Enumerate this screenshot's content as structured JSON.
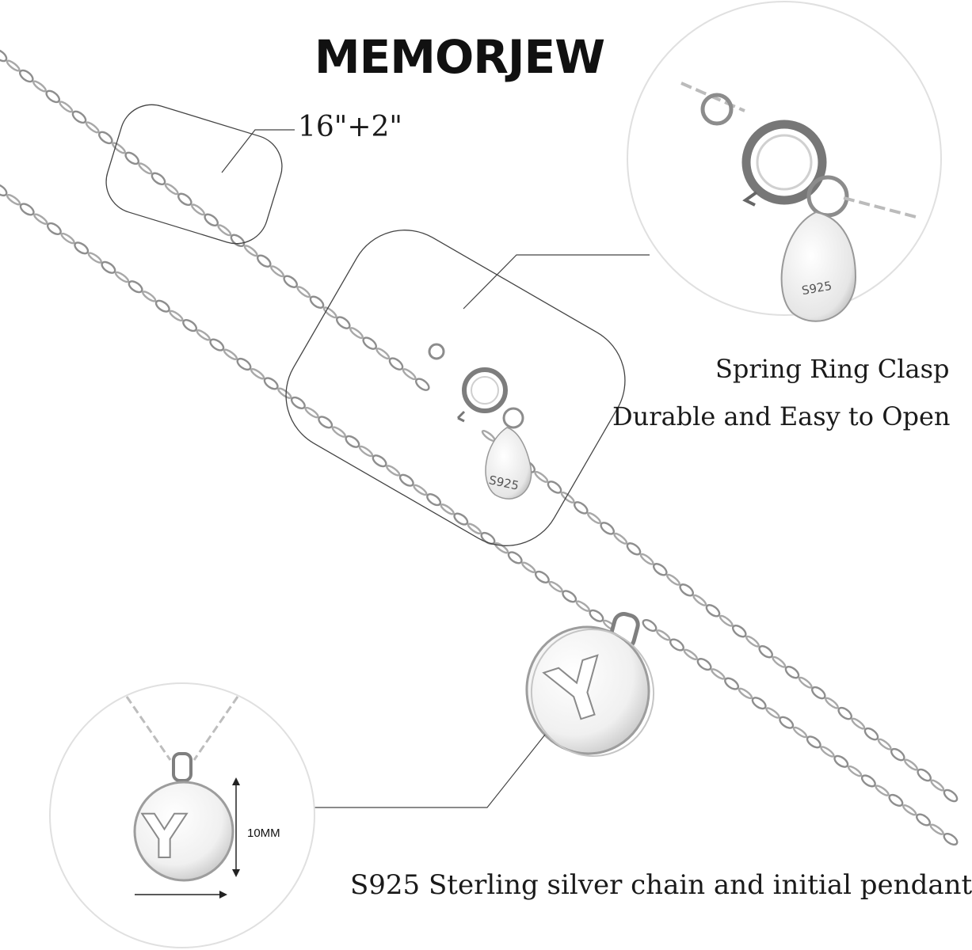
{
  "brand": "MEMORJEW",
  "chain_length_label": "16\"+2\"",
  "clasp": {
    "title": "Spring Ring Clasp",
    "subtitle": "Durable and Easy to Open",
    "tag_stamp": "S925"
  },
  "pendant": {
    "initial": "Y",
    "size_label": "10MM"
  },
  "material_caption": "S925 Sterling silver chain and initial pendant",
  "colors": {
    "background": "#ffffff",
    "silver": "#bdbdbd",
    "outline": "#333333"
  }
}
